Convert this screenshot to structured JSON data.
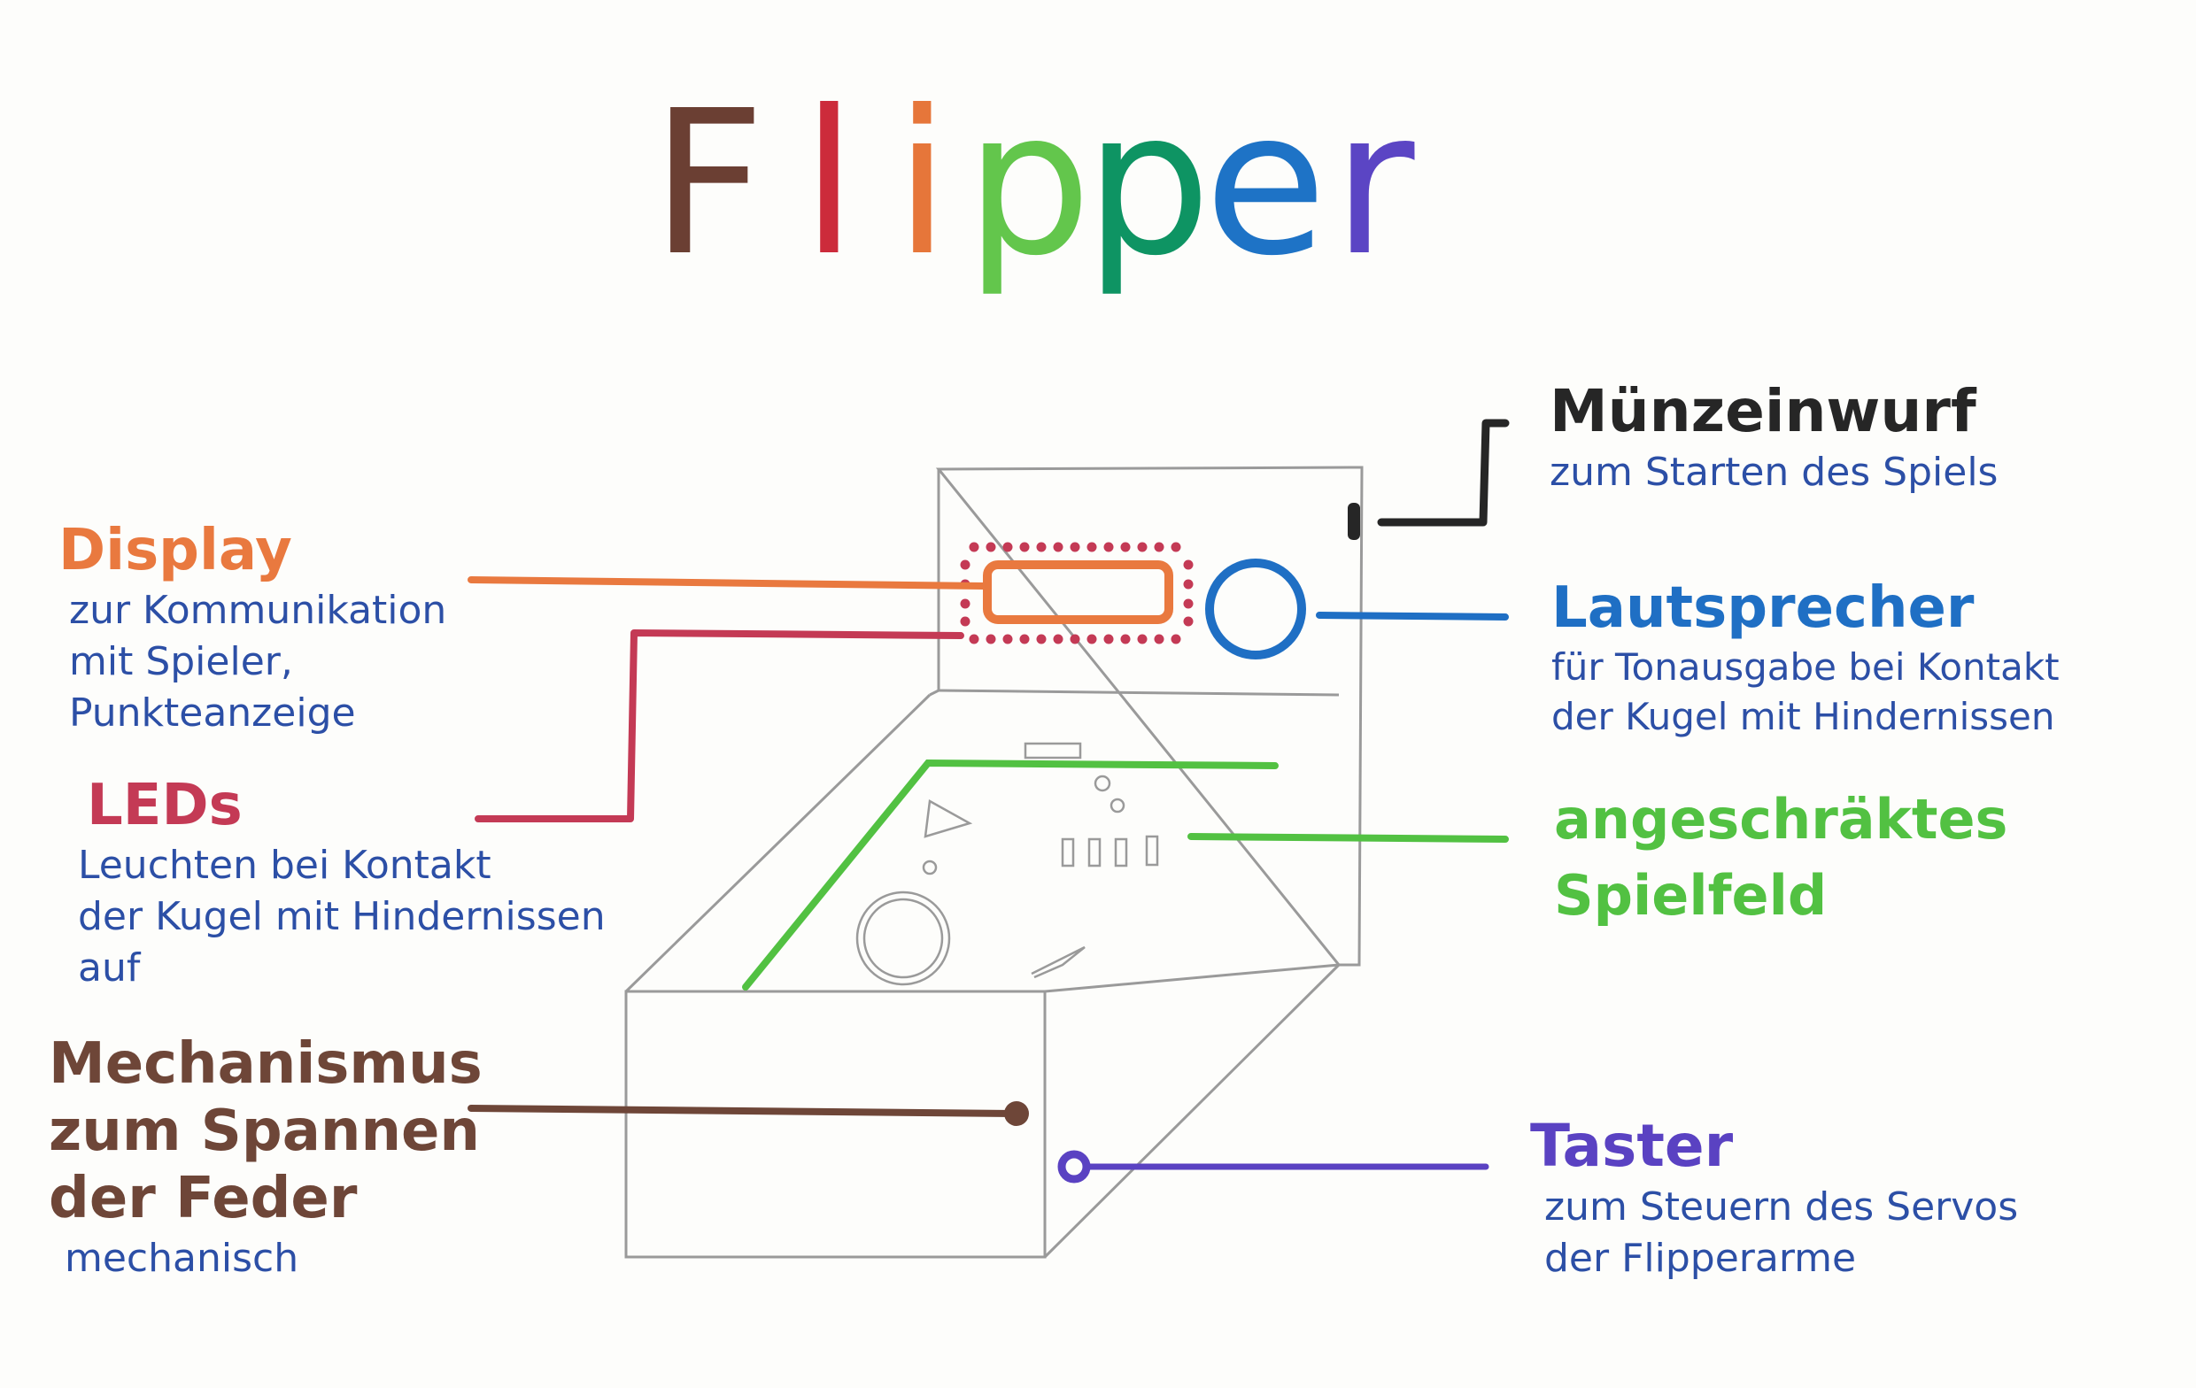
{
  "title": {
    "letters": [
      "F",
      "l",
      "i",
      "p",
      "p",
      "e",
      "r"
    ],
    "colors": [
      "#6b3f33",
      "#cc2b3b",
      "#e6763a",
      "#63c64c",
      "#0e9463",
      "#1e73c6",
      "#5b45c4"
    ]
  },
  "colors": {
    "display": "#e9793f",
    "leds": "#c43a55",
    "speaker": "#1f6fc4",
    "coin": "#262626",
    "playfield": "#52c142",
    "mechanism": "#6e4638",
    "button": "#5a42c2",
    "note_text": "#2c4fa6",
    "sketch": "#9a9a9a"
  },
  "labels": {
    "muenzeinwurf": {
      "title": "Münzeinwurf",
      "lines": [
        "zum Starten des Spiels"
      ]
    },
    "display": {
      "title": "Display",
      "lines": [
        "zur Kommunikation",
        "mit Spieler,",
        "Punkteanzeige"
      ]
    },
    "lautsprecher": {
      "title": "Lautsprecher",
      "lines": [
        "für Tonausgabe bei Kontakt",
        "der Kugel mit Hindernissen"
      ]
    },
    "leds": {
      "title": "LEDs",
      "lines": [
        "Leuchten bei Kontakt",
        "der Kugel mit Hindernissen",
        "auf"
      ]
    },
    "spielfeld": {
      "title_lines": [
        "angeschräktes",
        "Spielfeld"
      ]
    },
    "mechanismus": {
      "title_lines": [
        "Mechanismus",
        "zum Spannen",
        "der Feder"
      ],
      "lines": [
        "mechanisch"
      ]
    },
    "taster": {
      "title": "Taster",
      "lines": [
        "zum Steuern des Servos",
        "der Flipperarme"
      ]
    }
  }
}
